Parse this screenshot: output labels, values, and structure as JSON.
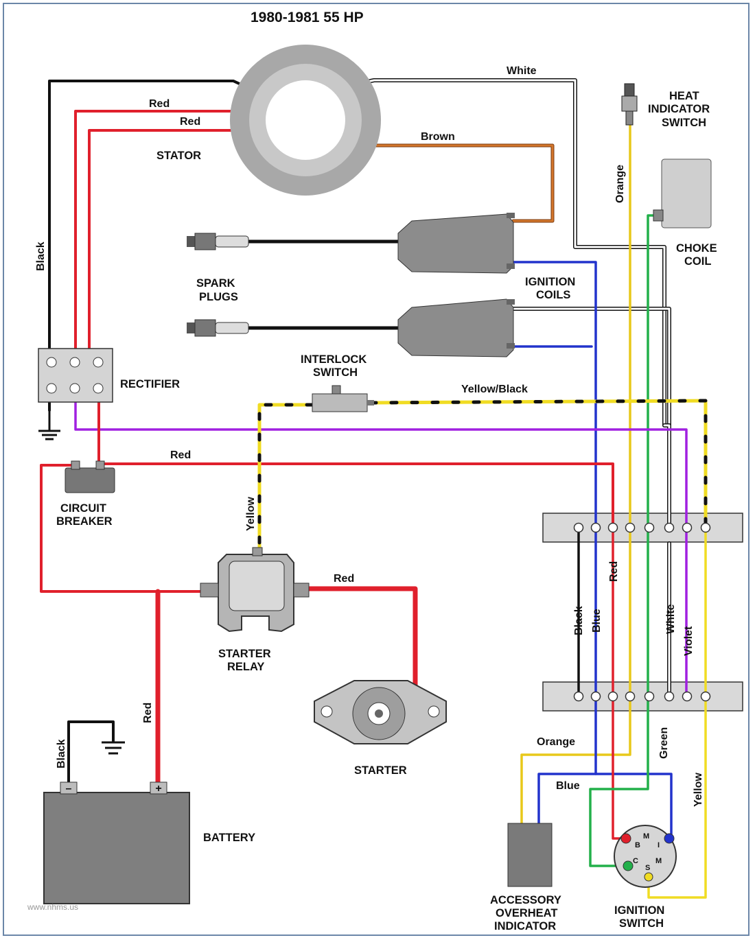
{
  "title": "1980-1981 55 HP",
  "watermark": "www.nhms.us",
  "components": {
    "stator": "STATOR",
    "spark_plugs": [
      "SPARK",
      "PLUGS"
    ],
    "ignition_coils": [
      "IGNITION",
      "COILS"
    ],
    "heat_indicator_switch": [
      "HEAT",
      "INDICATOR",
      "SWITCH"
    ],
    "choke_coil": [
      "CHOKE",
      "COIL"
    ],
    "rectifier": "RECTIFIER",
    "interlock_switch": [
      "INTERLOCK",
      "SWITCH"
    ],
    "circuit_breaker": [
      "CIRCUIT",
      "BREAKER"
    ],
    "starter_relay": [
      "STARTER",
      "RELAY"
    ],
    "starter": "STARTER",
    "battery": "BATTERY",
    "accessory_overheat_indicator": [
      "ACCESSORY",
      "OVERHEAT",
      "INDICATOR"
    ],
    "ignition_switch": [
      "IGNITION",
      "SWITCH"
    ]
  },
  "wire_labels": {
    "white_top": "White",
    "red_1": "Red",
    "red_2": "Red",
    "brown": "Brown",
    "black_left": "Black",
    "orange_top": "Orange",
    "yellow_black": "Yellow/Black",
    "red_breaker": "Red",
    "yellow_relay": "Yellow",
    "red_starter": "Red",
    "red_battery": "Red",
    "black_battery": "Black",
    "term_black": "Black",
    "term_blue": "Blue",
    "term_red": "Red",
    "term_white": "White",
    "term_violet": "Violet",
    "orange_bottom": "Orange",
    "blue_bottom": "Blue",
    "green_bottom": "Green",
    "yellow_bottom": "Yellow"
  },
  "battery_terminals": {
    "negative": "–",
    "positive": "+"
  },
  "ignition_switch_terminals": {
    "b": "B",
    "m_top": "M",
    "i": "I",
    "c": "C",
    "m": "M",
    "s": "S"
  },
  "colors": {
    "red": "#e0202c",
    "black": "#111111",
    "white_wire": "#ffffff",
    "brown": "#d3762b",
    "orange": "#e8c81a",
    "yellow": "#f0dc23",
    "blue": "#2233cc",
    "green": "#22b04a",
    "violet": "#a020e0",
    "component_gray": "#8c8c8c",
    "stator_gray": "#a8a8a8",
    "terminal_block_gray": "#d9d9d9"
  }
}
